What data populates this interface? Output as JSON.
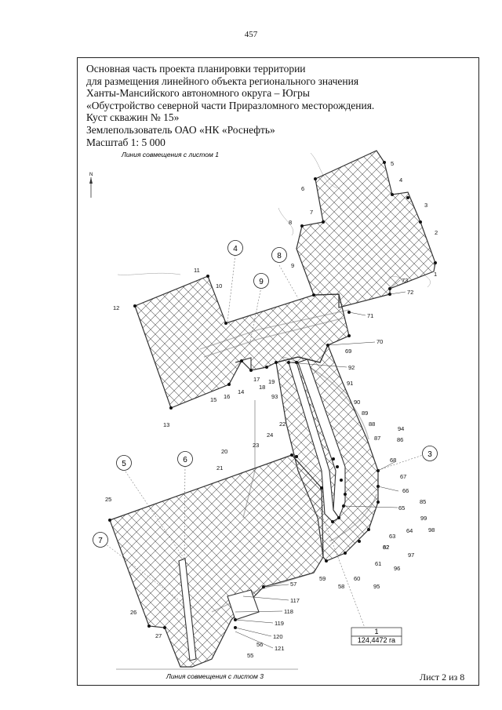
{
  "page_number": "457",
  "header_lines": [
    "Основная часть проекта планировки территории",
    "для размещения линейного объекта регионального значения",
    "Ханты-Мансийского автономного округа – Югры",
    "«Обустройство северной части Приразломного месторождения.",
    "Куст скважин № 15»",
    "Землепользователь ОАО «НК «Роснефть»",
    "Масштаб 1: 5 000"
  ],
  "match_line_top": "Линия совмещения с листом 1",
  "match_line_bottom": "Линия совмещения с листом 3",
  "north_arrow_label": "N",
  "sheet_label": "Лист 2 из 8",
  "area_box": {
    "number": "1",
    "area": "124,4472 га"
  },
  "callouts": [
    "4",
    "8",
    "9",
    "5",
    "6",
    "7",
    "3"
  ],
  "points": [
    "1",
    "2",
    "3",
    "4",
    "5",
    "6",
    "7",
    "8",
    "9",
    "10",
    "11",
    "12",
    "13",
    "14",
    "15",
    "16",
    "17",
    "18",
    "19",
    "20",
    "21",
    "22",
    "23",
    "24",
    "25",
    "26",
    "27",
    "55",
    "56",
    "57",
    "58",
    "59",
    "60",
    "61",
    "62",
    "63",
    "64",
    "65",
    "66",
    "67",
    "68",
    "69",
    "70",
    "71",
    "72",
    "73",
    "82",
    "85",
    "86",
    "87",
    "88",
    "89",
    "90",
    "91",
    "92",
    "93",
    "94",
    "95",
    "96",
    "97",
    "98",
    "99",
    "117",
    "118",
    "119",
    "120",
    "121"
  ],
  "colors": {
    "boundary": "#333333",
    "hatch": "#555555",
    "road": "#bbbbbb"
  }
}
